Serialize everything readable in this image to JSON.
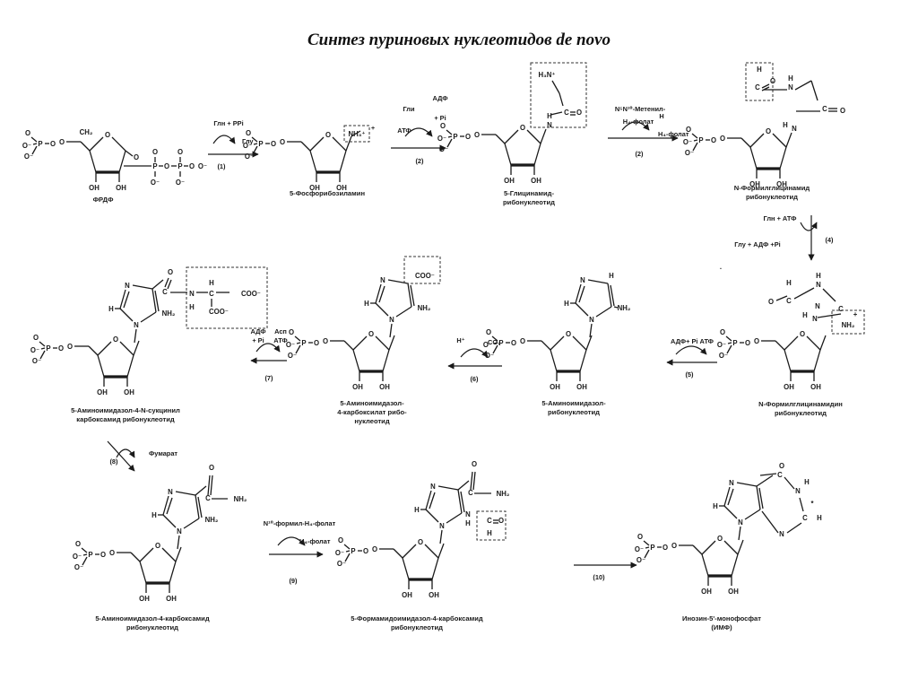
{
  "title": "Синтез пуриновых нуклеотидов de novo",
  "atoms": {
    "O": "O",
    "O_minus": "O⁻",
    "OH": "OH",
    "P": "P",
    "CH2": "CH₂",
    "NH3_plus": "NH₃⁺",
    "NH2": "NH₂",
    "H3N_plus": "H₃N⁺",
    "NH": "NH",
    "N": "N",
    "H": "H",
    "C": "C",
    "COO_minus": "COO⁻",
    "H_plus": "H⁺",
    "CO2": "CO₂"
  },
  "compounds": [
    {
      "id": "prpp",
      "caption": [
        "ФРДФ"
      ]
    },
    {
      "id": "prib-amine",
      "caption": [
        "5-Фосфорибозиламин"
      ]
    },
    {
      "id": "gar",
      "caption": [
        "5-Глицинамид-",
        "рибонуклеотид"
      ]
    },
    {
      "id": "fgar",
      "caption": [
        "N-Формилглицинамид",
        "рибонуклеотид"
      ]
    },
    {
      "id": "fgam",
      "caption": [
        "N-Формилглицинамидин",
        "рибонуклеотид"
      ]
    },
    {
      "id": "air",
      "caption": [
        "5-Аминоимидазол-",
        "рибонуклеотид"
      ]
    },
    {
      "id": "cair",
      "caption": [
        "5-Аминоимидазол-",
        "4-карбоксилат рибо-",
        "нуклеотид"
      ]
    },
    {
      "id": "saicar",
      "caption": [
        "5-Аминоимидазол-4-N-сукцинил",
        "карбоксамид рибонуклеотид"
      ]
    },
    {
      "id": "aicar",
      "caption": [
        "5-Аминоимидазол-4-карбоксамид",
        "рибонуклеотид"
      ]
    },
    {
      "id": "faicar",
      "caption": [
        "5-Формамидоимидазол-4-карбоксамид",
        "рибонуклеотид"
      ]
    },
    {
      "id": "imp",
      "caption": [
        "Инозин-5'-монофосфат",
        "(ИМФ)"
      ]
    }
  ],
  "steps": [
    {
      "number": "(1)",
      "above": "Глн + PPi",
      "side": "Глу"
    },
    {
      "number": "(2)",
      "above": "Гли",
      "above2": "АТФ",
      "right_top": "АДФ",
      "right_bottom": "+ Pi"
    },
    {
      "number": "(2)",
      "above": "N⁵N¹⁰-Метенил-",
      "above2": "H₄-фолат",
      "right_top": "H",
      "right_bottom": "H₄-фолат"
    },
    {
      "number": "(4)",
      "above": "Глн + АТФ",
      "side": "Глу + АДФ +Pi"
    },
    {
      "number": "(5)",
      "above": "АДФ+ Pi  АТФ"
    },
    {
      "number": "(6)",
      "above": "H⁺",
      "side": "CO₂"
    },
    {
      "number": "(7)",
      "above": "АДФ",
      "above2": "+ Pi",
      "right_top": "Асп",
      "right_bottom": "АТФ"
    },
    {
      "number": "(8)",
      "side": "Фумарат"
    },
    {
      "number": "(9)",
      "above": "N¹⁰-формил-H₄-фолат",
      "side": "H₄-фолат"
    },
    {
      "number": "(10)"
    }
  ]
}
